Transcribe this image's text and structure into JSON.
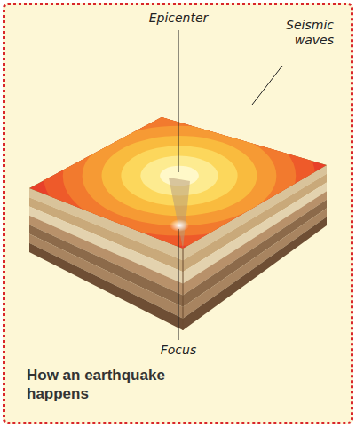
{
  "diagram": {
    "caption": "How an earthquake happens",
    "labels": [
      "Epicenter",
      "Seismic waves",
      "Focus"
    ]
  }
}
